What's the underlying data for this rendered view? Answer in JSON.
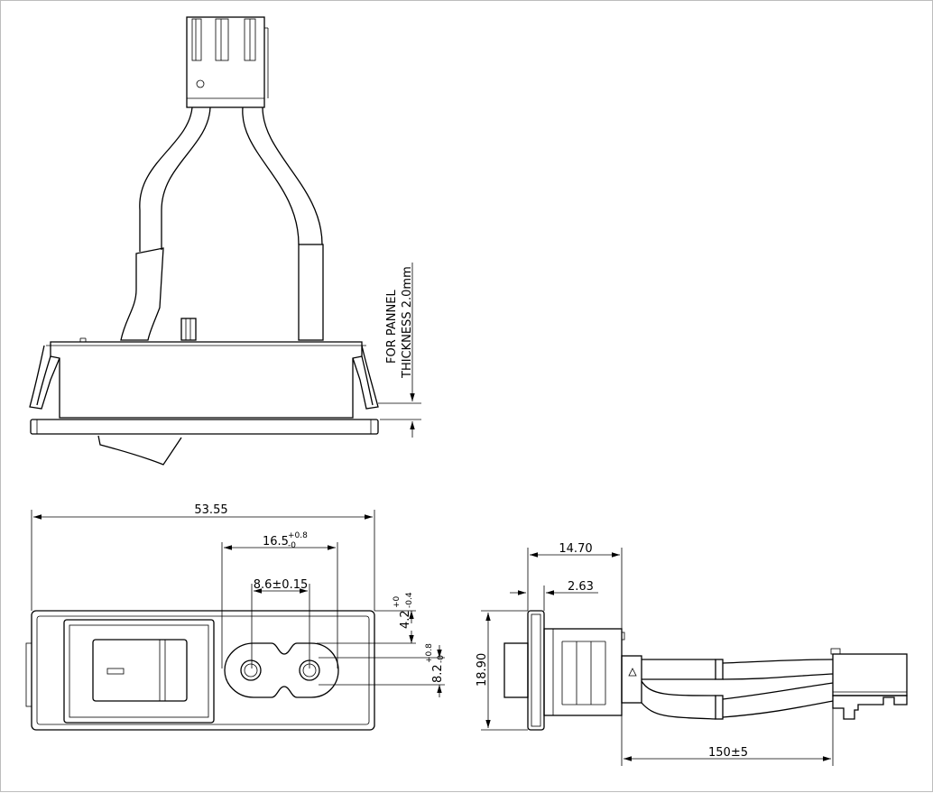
{
  "top_view": {
    "note_line1": "FOR PANNEL",
    "note_line2": "THICKNESS 2.0mm"
  },
  "front_view": {
    "overall_width": "53.55",
    "inlet_spacing_main": "16.5",
    "inlet_spacing_tol_plus": "+0.8",
    "inlet_spacing_tol_minus": "-0",
    "pin_pitch": "8.6±0.15",
    "top_offset_main": "4.2",
    "top_offset_tol_plus": "+0",
    "top_offset_tol_minus": "-0.4",
    "inlet_height_main": "8.2",
    "inlet_height_tol_plus": "+0.8",
    "inlet_height_tol_minus": "-0"
  },
  "side_view": {
    "depth": "14.70",
    "flange": "2.63",
    "height": "18.90",
    "cable_length": "150±5"
  }
}
